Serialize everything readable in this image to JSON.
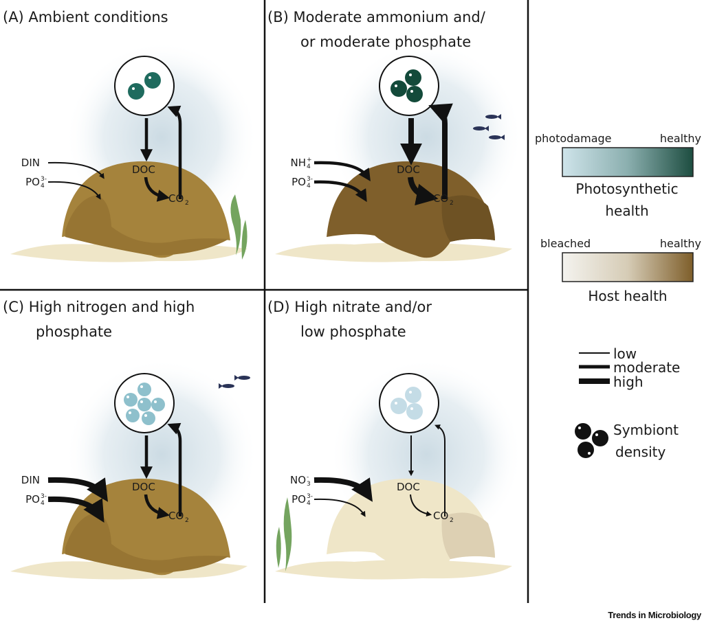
{
  "panels": [
    {
      "id": "A",
      "title_line1": "(A)  Ambient conditions",
      "title_line2": "",
      "inputs": [
        {
          "label": "DIN",
          "sub": "",
          "sup": "",
          "strength": "low"
        },
        {
          "label": "PO",
          "sub": "4",
          "sup": "3-",
          "strength": "low"
        }
      ],
      "doc_label": "DOC",
      "co2_label": "CO",
      "co2_sub": "2",
      "flux_strength": "moderate",
      "symbiont_count": 2,
      "symbiont_color": "#1f6b5e",
      "coral_color": "#a5833c",
      "coral_shade": "#977533",
      "fish": 0,
      "seaweed": "right"
    },
    {
      "id": "B",
      "title_line1": "(B)  Moderate ammonium and/",
      "title_line2": "or moderate phosphate",
      "inputs": [
        {
          "label": "NH",
          "sub": "4",
          "sup": "+",
          "strength": "moderate"
        },
        {
          "label": "PO",
          "sub": "4",
          "sup": "3-",
          "strength": "moderate"
        }
      ],
      "doc_label": "DOC",
      "co2_label": "CO",
      "co2_sub": "2",
      "flux_strength": "high",
      "symbiont_count": 3,
      "symbiont_color": "#134a3a",
      "coral_color": "#7f5f2b",
      "coral_shade": "#6e5224",
      "fish": 3,
      "seaweed": "none"
    },
    {
      "id": "C",
      "title_line1": "(C)  High nitrogen and high",
      "title_line2": "phosphate",
      "inputs": [
        {
          "label": "DIN",
          "sub": "",
          "sup": "",
          "strength": "high"
        },
        {
          "label": "PO",
          "sub": "4",
          "sup": "3-",
          "strength": "high"
        }
      ],
      "doc_label": "DOC",
      "co2_label": "CO",
      "co2_sub": "2",
      "flux_strength": "moderate",
      "symbiont_count": 6,
      "symbiont_color": "#8ec0cc",
      "coral_color": "#a5833c",
      "coral_shade": "#977533",
      "fish": 2,
      "seaweed": "none"
    },
    {
      "id": "D",
      "title_line1": "(D)  High nitrate and/or",
      "title_line2": "low phosphate",
      "inputs": [
        {
          "label": "NO",
          "sub": "3",
          "sup": "-",
          "strength": "high"
        },
        {
          "label": "PO",
          "sub": "4",
          "sup": "3-",
          "strength": "low"
        }
      ],
      "doc_label": "DOC",
      "co2_label": "CO",
      "co2_sub": "2",
      "flux_strength": "low",
      "symbiont_count": 3,
      "symbiont_color": "#c4dce6",
      "coral_color": "#efe6c8",
      "coral_shade": "#ddd0b3",
      "fish": 0,
      "seaweed": "left"
    }
  ],
  "legend": {
    "photo_left": "photodamage",
    "photo_right": "healthy",
    "photo_title1": "Photosynthetic",
    "photo_title2": "health",
    "photo_gradient": [
      "#cfe4ea",
      "#1d4d40"
    ],
    "host_left": "bleached",
    "host_right": "healthy",
    "host_title": "Host health",
    "host_gradient": [
      "#f4f3ef",
      "#7e5e2a"
    ],
    "flux_low": "low",
    "flux_moderate": "moderate",
    "flux_high": "high",
    "symbiont_title1": "Symbiont",
    "symbiont_title2": "density"
  },
  "colors": {
    "sand": "#efe6c8",
    "water_glow": "#d7e3ea",
    "seaweed": "#74a45f",
    "fish": "#2a3357",
    "arrow": "#111111"
  },
  "footer": {
    "brand": "Trends in Microbiology"
  }
}
